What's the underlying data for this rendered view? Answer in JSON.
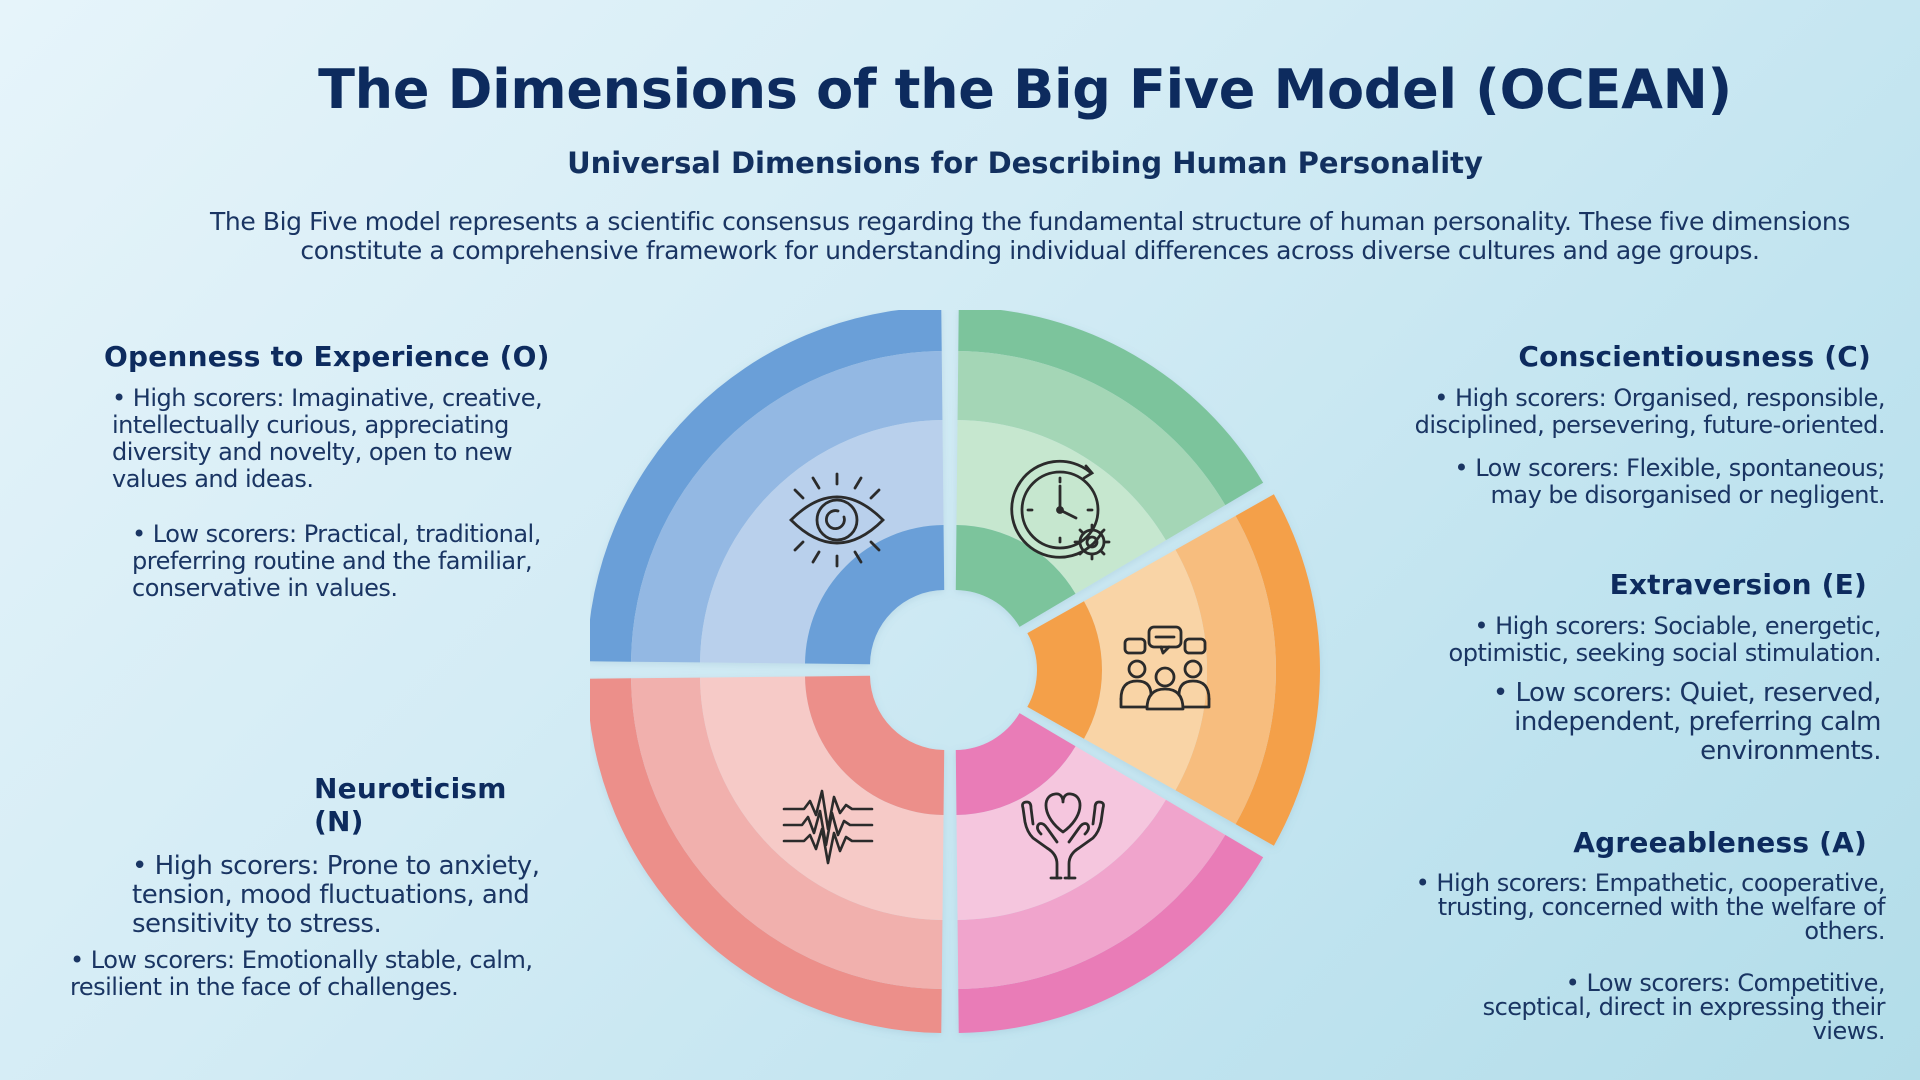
{
  "header": {
    "title": "The Dimensions of the Big Five Model (OCEAN)",
    "subtitle": "Universal Dimensions for Describing Human Personality",
    "intro": "The Big Five model represents a scientific consensus regarding the fundamental structure of human personality. These five dimensions constitute a comprehensive framework for understanding individual differences across diverse cultures and age groups."
  },
  "traits": {
    "openness": {
      "title": "Openness to Experience (O)",
      "high": "• High scorers: Imaginative, creative, intellectually curious, appreciating diversity and novelty, open to new values and ideas.",
      "low": "• Low scorers: Practical, traditional, preferring routine and the familiar, conservative in values.",
      "icon": "eye-icon",
      "colors": [
        "#6a9fd8",
        "#93b8e3",
        "#b9d0ec"
      ]
    },
    "conscientiousness": {
      "title": "Conscientiousness (C)",
      "high": "• High scorers: Organised, responsible, disciplined, persevering, future-oriented.",
      "low": "• Low scorers: Flexible, spontaneous; may be disorganised or negligent.",
      "icon": "clock-gear-icon",
      "colors": [
        "#7cc49c",
        "#a4d6b6",
        "#c6e7cf"
      ]
    },
    "extraversion": {
      "title": "Extraversion (E)",
      "high": "• High scorers: Sociable, energetic, optimistic, seeking social stimulation.",
      "low": "• Low scorers: Quiet, reserved, independent, preferring calm environments.",
      "icon": "group-chat-icon",
      "colors": [
        "#f4a04a",
        "#f7bd7e",
        "#f9d4a6"
      ]
    },
    "agreeableness": {
      "title": "Agreeableness (A)",
      "high": "• High scorers: Empathetic, cooperative, trusting, concerned with the welfare of others.",
      "low": "• Low scorers: Competitive, sceptical, direct in expressing their views.",
      "icon": "heart-hands-icon",
      "colors": [
        "#e97bb7",
        "#f0a4cc",
        "#f5c6de"
      ]
    },
    "neuroticism": {
      "title": "Neuroticism (N)",
      "high": "• High scorers: Prone to anxiety, tension, mood fluctuations, and sensitivity to stress.",
      "low": "• Low scorers: Emotionally stable, calm, resilient in the face of challenges.",
      "icon": "wave-pulse-icon",
      "colors": [
        "#ec8f8a",
        "#f1b0ad",
        "#f6cac7"
      ]
    }
  }
}
